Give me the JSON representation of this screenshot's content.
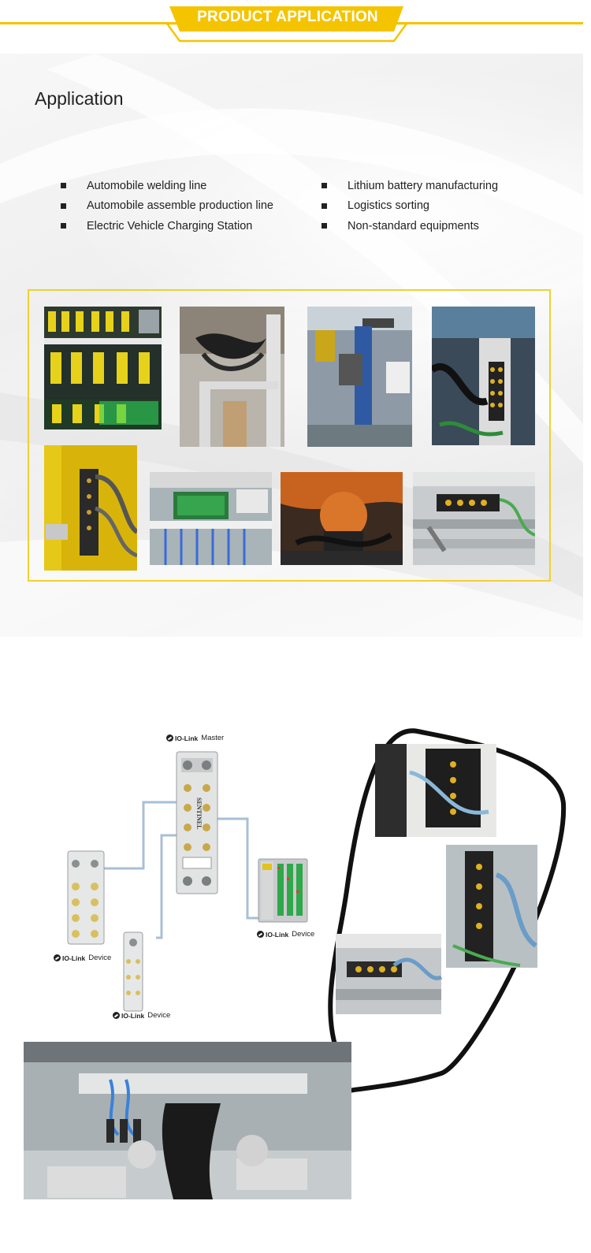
{
  "header": {
    "title": "PRODUCT APPLICATION",
    "accent_color": "#f5c400"
  },
  "application": {
    "title": "Application",
    "left_items": [
      "Automobile welding line",
      "Automobile assemble production line",
      "Electric Vehicle Charging Station"
    ],
    "right_items": [
      "Lithium battery manufacturing",
      "Logistics sorting",
      "Non-standard equipments"
    ]
  },
  "diagram": {
    "master": {
      "brand": "IO-Link",
      "role": "Master",
      "side_text": "SENTINEL"
    },
    "device_left": {
      "brand": "IO-Link",
      "role": "Device"
    },
    "device_bottom": {
      "brand": "IO-Link",
      "role": "Device"
    },
    "device_right": {
      "brand": "IO-Link",
      "role": "Device"
    }
  }
}
